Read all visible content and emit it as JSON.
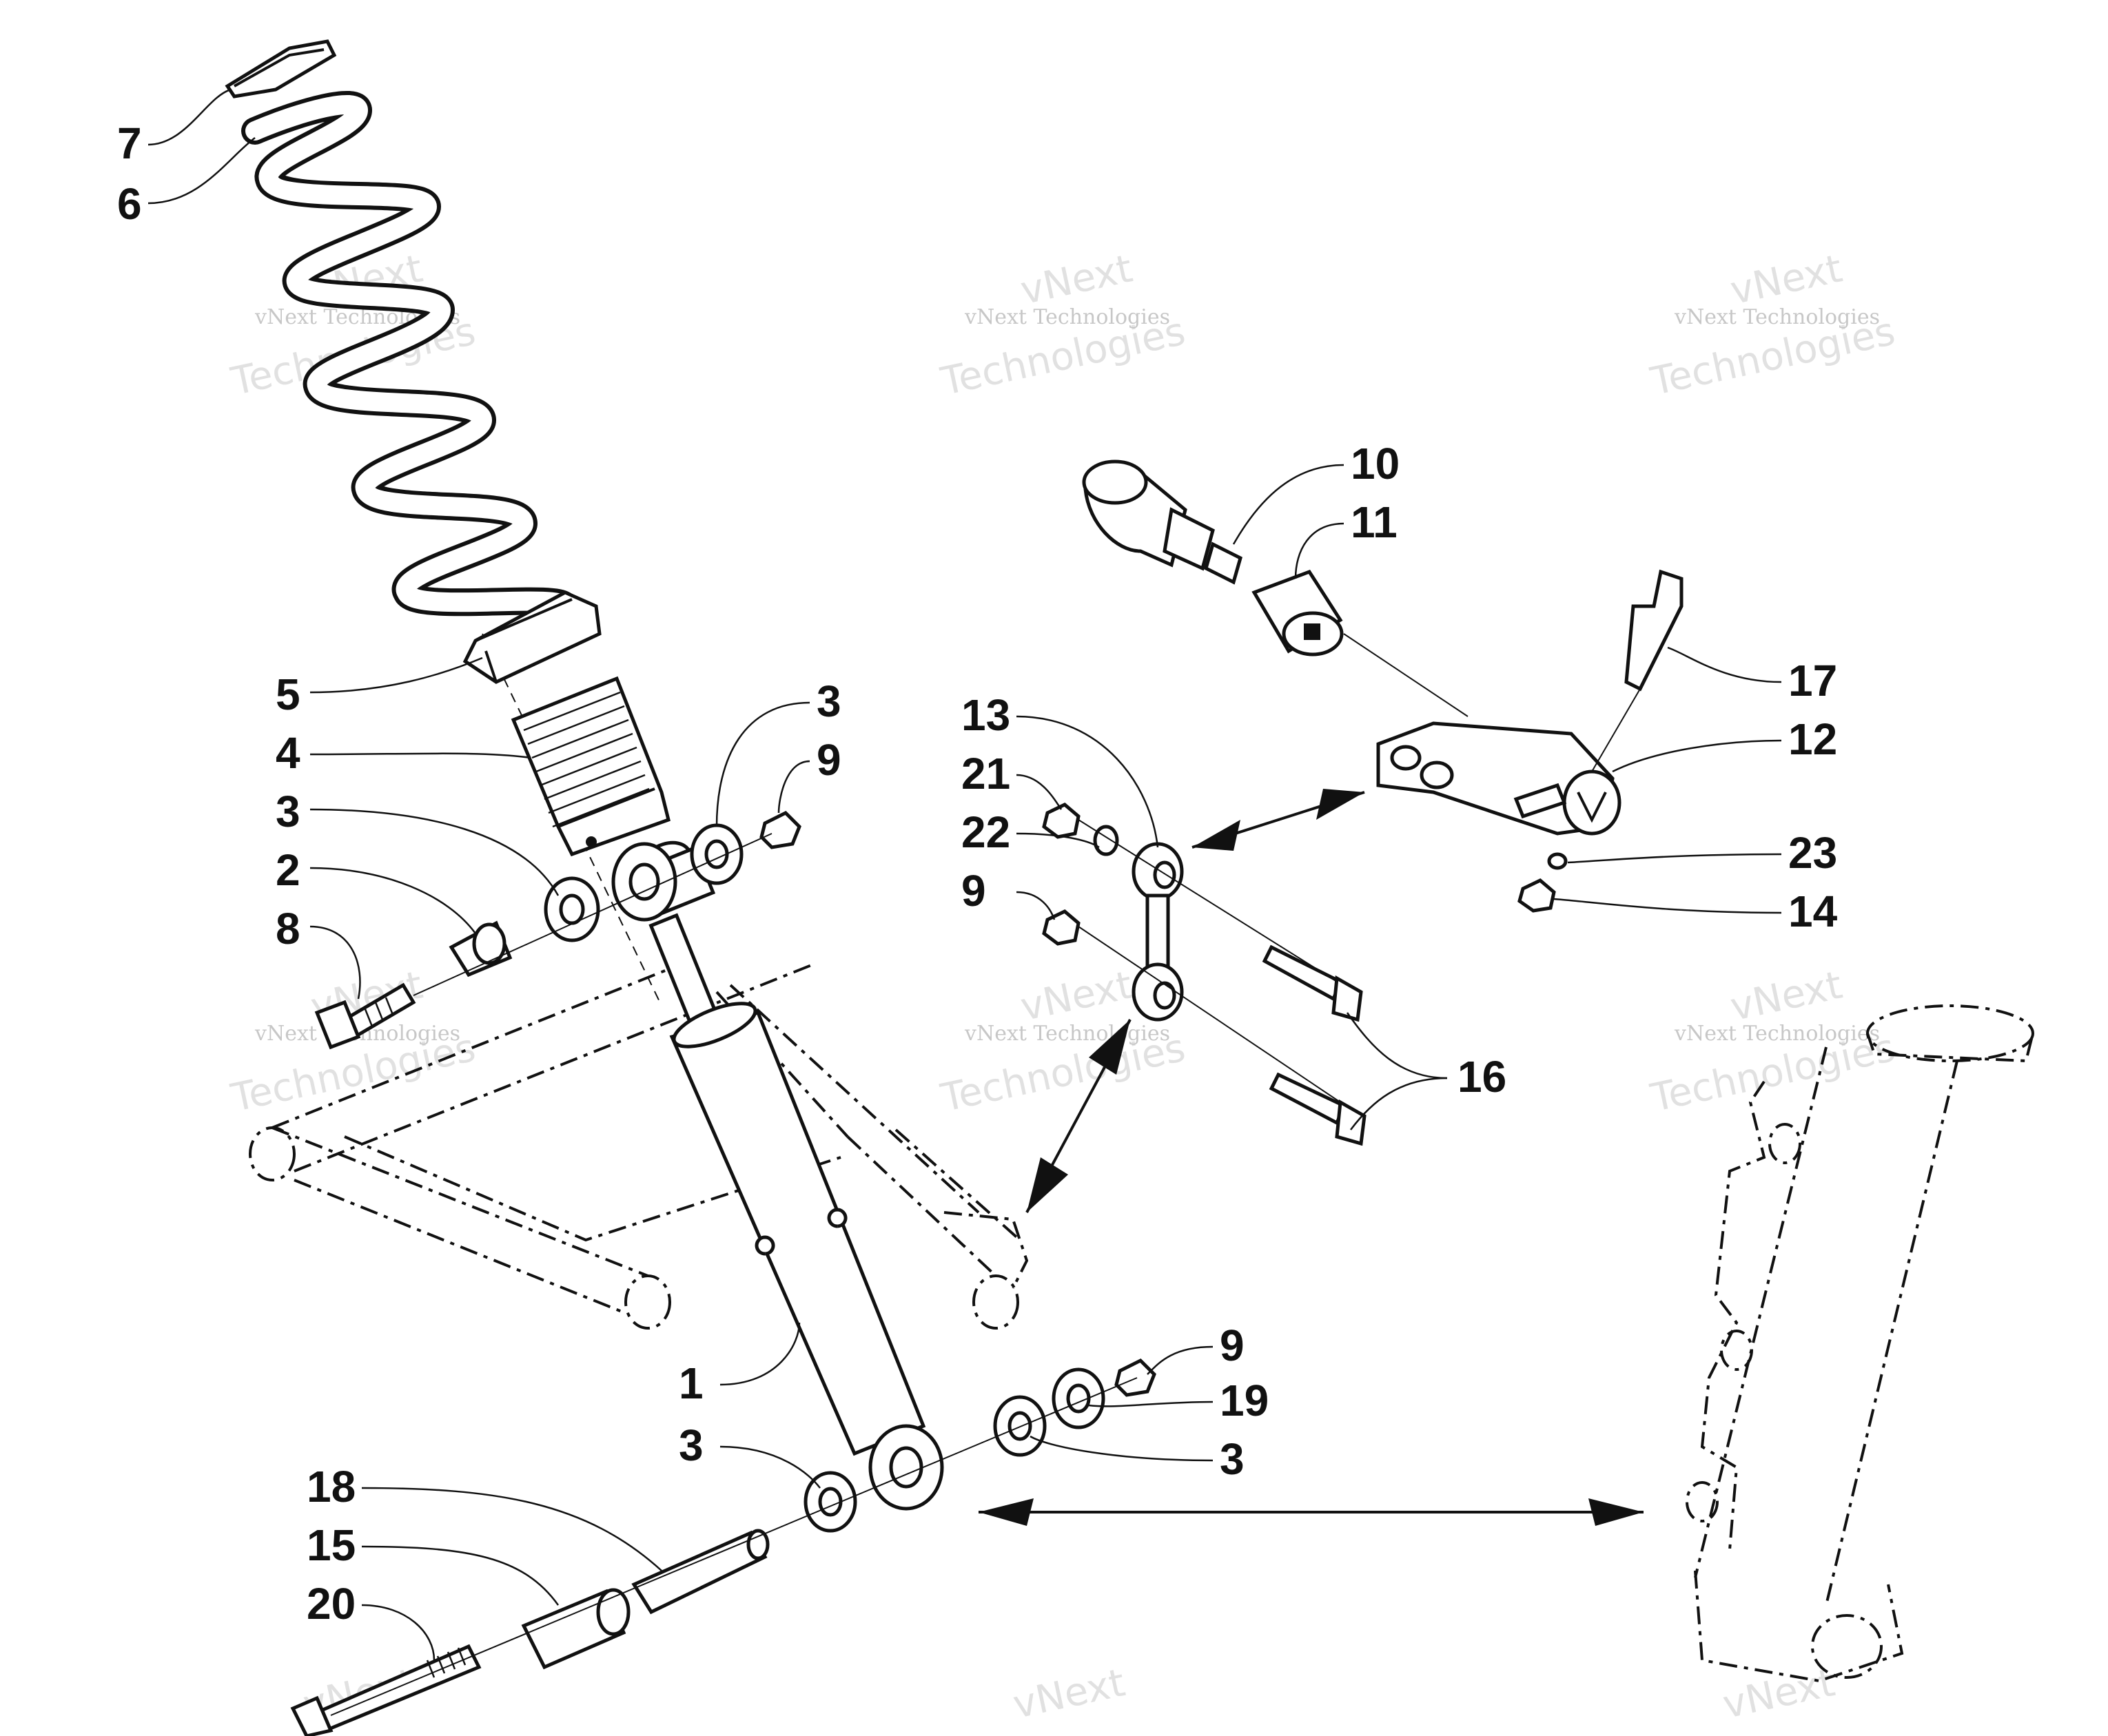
{
  "diagram": {
    "callouts": [
      "1",
      "2",
      "3",
      "4",
      "5",
      "6",
      "7",
      "8",
      "9",
      "10",
      "11",
      "12",
      "13",
      "14",
      "15",
      "16",
      "17",
      "18",
      "19",
      "20",
      "21",
      "22",
      "23"
    ],
    "watermark": {
      "line1": "vNext Technologies",
      "line2": "vNext",
      "line3": "Technologies"
    }
  },
  "colors": {
    "ink": "#111111",
    "watermark": "#bdbdbd",
    "background": "#ffffff"
  }
}
